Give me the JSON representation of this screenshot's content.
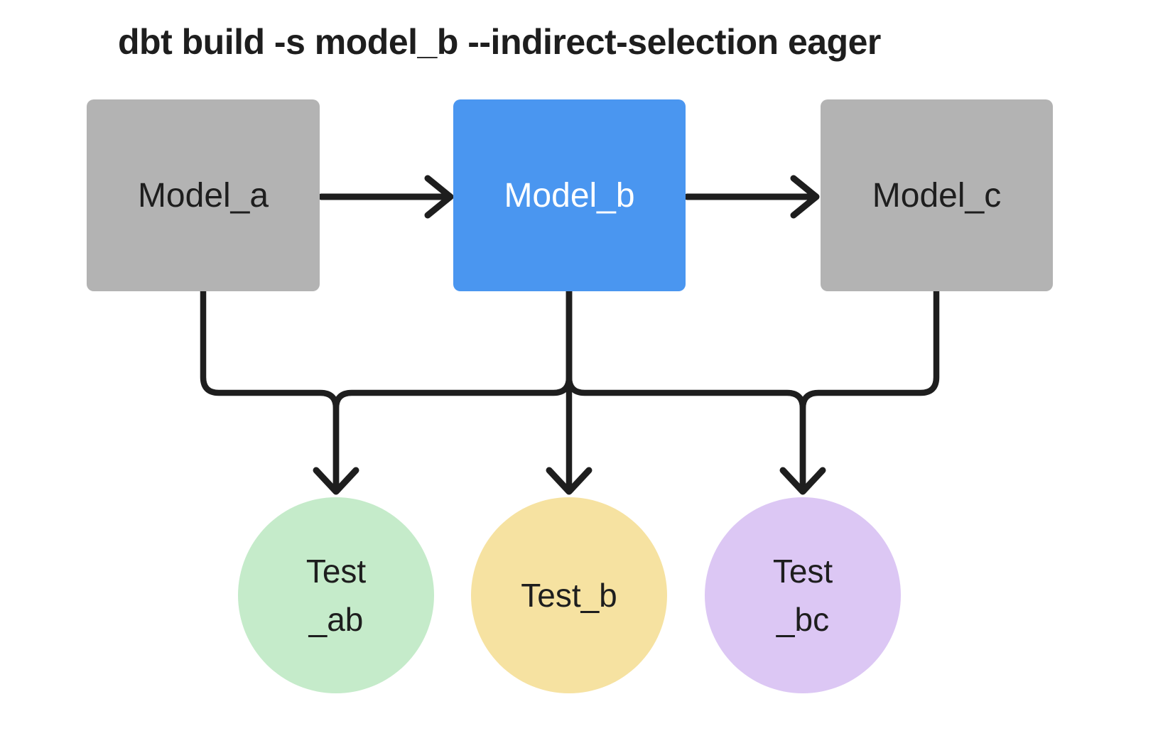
{
  "title": "dbt build -s model_b --indirect-selection eager",
  "colors": {
    "background": "#ffffff",
    "model_default": "#b3b3b3",
    "model_selected": "#4a96f0",
    "test_ab": "#c5ebca",
    "test_b": "#f6e2a1",
    "test_bc": "#dcc7f4",
    "edge": "#1e1e1e",
    "text_dark": "#1e1e1e",
    "text_light": "#ffffff"
  },
  "models": [
    {
      "id": "model_a",
      "label": "Model_a",
      "selected": false
    },
    {
      "id": "model_b",
      "label": "Model_b",
      "selected": true
    },
    {
      "id": "model_c",
      "label": "Model_c",
      "selected": false
    }
  ],
  "tests": [
    {
      "id": "test_ab",
      "label_lines": [
        "Test",
        "_ab"
      ]
    },
    {
      "id": "test_b",
      "label_lines": [
        "Test_b"
      ]
    },
    {
      "id": "test_bc",
      "label_lines": [
        "Test",
        "_bc"
      ]
    }
  ],
  "edges": [
    {
      "from": "Model_a",
      "to": "Model_b"
    },
    {
      "from": "Model_b",
      "to": "Model_c"
    },
    {
      "from": "Model_a",
      "to": "Test_ab"
    },
    {
      "from": "Model_b",
      "to": "Test_ab"
    },
    {
      "from": "Model_b",
      "to": "Test_b"
    },
    {
      "from": "Model_b",
      "to": "Test_bc"
    },
    {
      "from": "Model_c",
      "to": "Test_bc"
    }
  ]
}
